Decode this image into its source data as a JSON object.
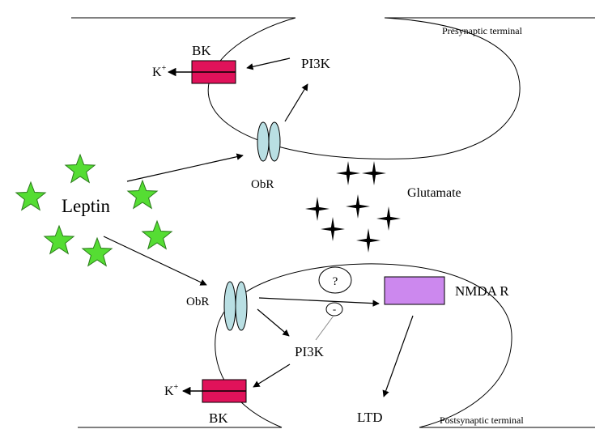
{
  "labels": {
    "presynaptic": "Presynaptic terminal",
    "postsynaptic": "Postsynaptic terminal",
    "bk_top": "BK",
    "bk_bottom": "BK",
    "k_top": "K",
    "k_bottom": "K",
    "k_sup": "+",
    "pi3k_top": "PI3K",
    "pi3k_bottom": "PI3K",
    "obr_top": "ObR",
    "obr_bottom": "ObR",
    "leptin": "Leptin",
    "glutamate": "Glutamate",
    "nmda": "NMDA R",
    "ltd": "LTD",
    "question": "?",
    "minus": "-"
  },
  "colors": {
    "bk_channel": "#e0125a",
    "obr_receptor": "#b9dfe3",
    "nmda_receptor": "#cc88ee",
    "leptin_star": "#55dd33",
    "glutamate_star": "#000000"
  },
  "icons": {
    "leptin": "green-star-icon",
    "glutamate": "black-four-point-star-icon"
  }
}
